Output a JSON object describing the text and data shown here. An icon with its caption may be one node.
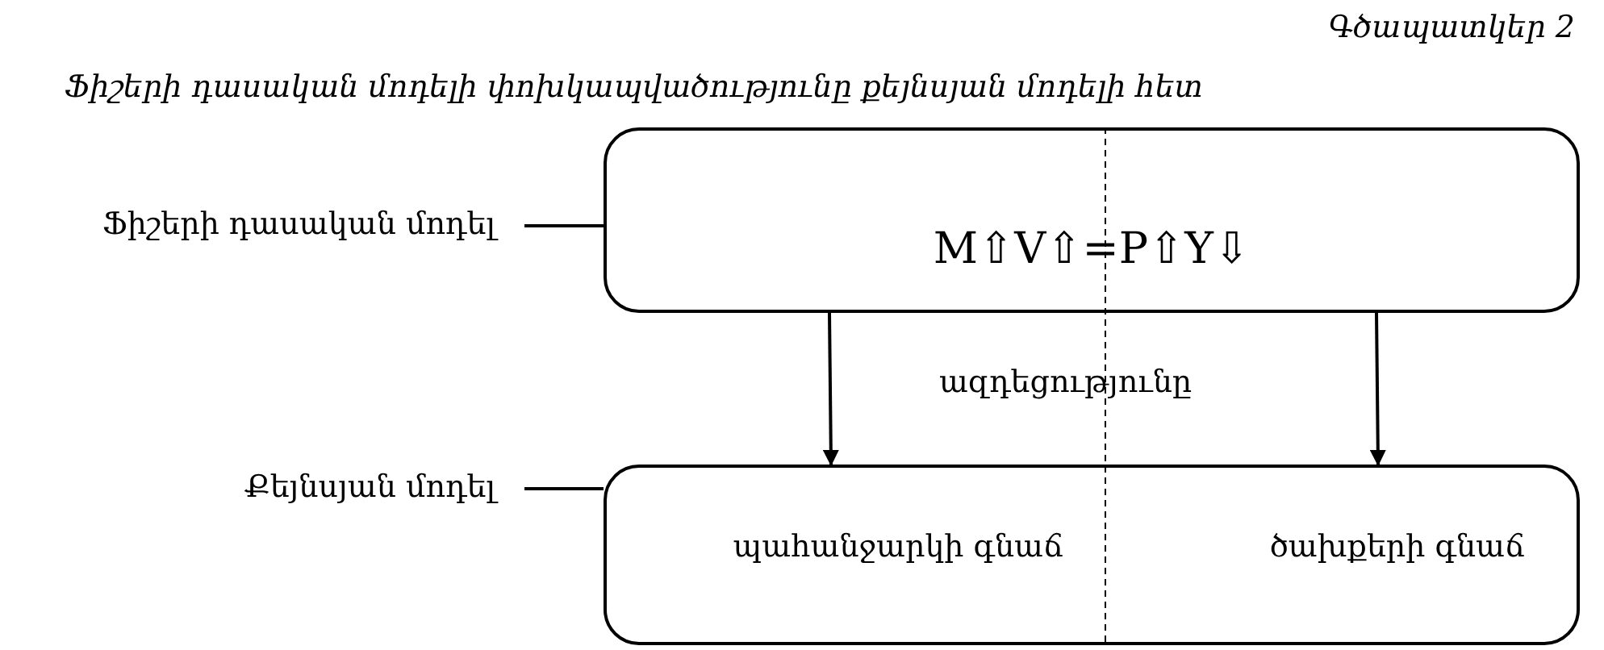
{
  "diagram": {
    "title": "Գծապատկեր 2",
    "caption": "Ֆիշերի դասական մոդելի փոխկապվածությունը քեյնսյան մոդելի հետ",
    "nodes": [
      {
        "text": [
          "Ֆիշերի դասական մոդել"
        ]
      },
      {
        "text": [
          "M⇧V⇧=P⇧Y⇩"
        ]
      },
      {
        "text": [
          "Քեյնսյան մոդել"
        ]
      },
      {
        "text": [
          "պահանջարկի գնաճ",
          "ծախքերի գնաճ"
        ]
      }
    ],
    "edges": [
      {
        "from": 0,
        "to": 1,
        "arrow": "none"
      },
      {
        "from": 2,
        "to": 3,
        "arrow": "none"
      },
      {
        "from": 1,
        "to": 3,
        "arrow": "to"
      },
      {
        "from": 1,
        "to": 3,
        "arrow": "to"
      }
    ],
    "labels": [
      "ազդեցությունը"
    ]
  }
}
